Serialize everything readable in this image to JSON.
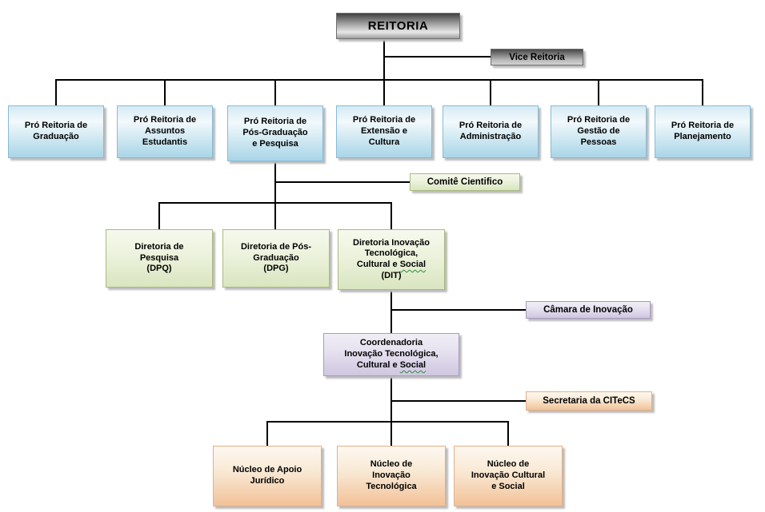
{
  "org": {
    "reitoria": {
      "label": "REITORIA"
    },
    "vice_reitoria": {
      "label": "Vice Reitoria"
    },
    "pro_reitorias": [
      {
        "label": "Pró Reitoria de Graduação",
        "lines": [
          "Pró Reitoria de",
          "Graduação"
        ]
      },
      {
        "label": "Pró Reitoria de Assuntos Estudantis",
        "lines": [
          "Pró Reitoria de",
          "Assuntos",
          "Estudantis"
        ]
      },
      {
        "label": "Pró Reitoria de Pós-Graduação e Pesquisa",
        "lines": [
          "Pró Reitoria de",
          "Pós-Graduação",
          "e Pesquisa"
        ]
      },
      {
        "label": "Pró Reitoria de Extensão e Cultura",
        "lines": [
          "Pró Reitoria de",
          "Extensão e",
          "Cultura"
        ]
      },
      {
        "label": "Pró Reitoria de Administração",
        "lines": [
          "Pró Reitoria de",
          "Administração"
        ]
      },
      {
        "label": "Pró Reitoria de Gestão de Pessoas",
        "lines": [
          "Pró Reitoria de",
          "Gestão de",
          "Pessoas"
        ]
      },
      {
        "label": "Pró Reitoria de Planejamento",
        "lines": [
          "Pró Reitoria de",
          "Planejamento"
        ]
      }
    ],
    "comite_cientifico": {
      "label": "Comitê Cientifico"
    },
    "diretorias": [
      {
        "label": "Diretoria de Pesquisa (DPQ)",
        "lines": [
          "Diretoria de",
          "Pesquisa",
          "(DPQ)"
        ]
      },
      {
        "label": "Diretoria de Pós-Graduação (DPG)",
        "lines": [
          "Diretoria de Pós-",
          "Graduação",
          "(DPG)"
        ]
      },
      {
        "label": "Diretoria Inovação Tecnológica, Cultural e Social (DIT)",
        "lines": [
          "Diretoria Inovação",
          "Tecnológica,"
        ],
        "social_line": {
          "pre": "Cultural e ",
          "word": "Social"
        },
        "suffix": "(DIT)"
      }
    ],
    "camara_inovacao": {
      "label": "Câmara de Inovação"
    },
    "coordenadoria": {
      "label": "Coordenadoria Inovação Tecnológica, Cultural e Social",
      "lines": [
        "Coordenadoria",
        "Inovação Tecnológica,"
      ],
      "social_line": {
        "pre": "Cultural e ",
        "word": "Social"
      }
    },
    "secretaria_citecs": {
      "label": "Secretaria da CITeCS"
    },
    "nucleos": [
      {
        "label": "Núcleo de Apoio Jurídico",
        "lines": [
          "Núcleo de Apoio",
          "Jurídico"
        ]
      },
      {
        "label": "Núcleo de Inovação Tecnológica",
        "lines": [
          "Núcleo de",
          "Inovação",
          "Tecnológica"
        ]
      },
      {
        "label": "Núcleo de Inovação Cultural e Social",
        "lines": [
          "Núcleo de",
          "Inovação Cultural",
          "e Social"
        ]
      }
    ]
  },
  "palette": {
    "blue_fill_bottom": "#a9d5e7",
    "blue_border": "#85bcd7",
    "green_fill_bottom": "#d9e5c0",
    "green_border": "#a8ba7e",
    "purple_fill_bottom": "#cfc6e0",
    "purple_border": "#a79bbf",
    "orange_fill_bottom": "#f2c298",
    "orange_border": "#e7ae83",
    "metal_dark": "#414141",
    "metal_light": "#e7e7e7",
    "connector_color": "#000000",
    "spellcheck_wavy": "#2e8b3a",
    "shadow": "#bcbcbc"
  }
}
